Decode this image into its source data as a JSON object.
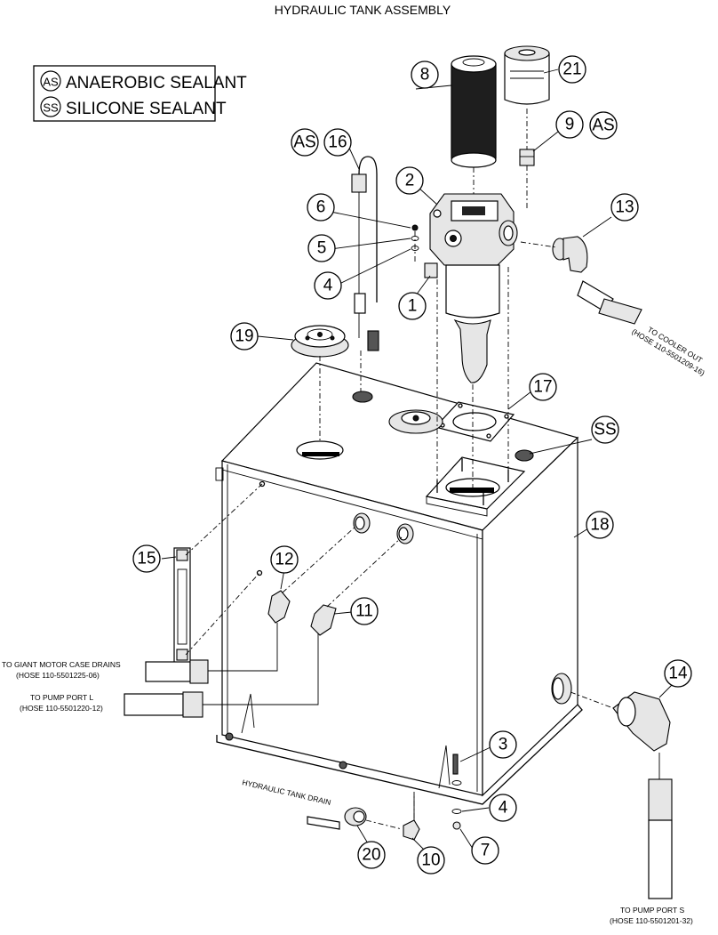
{
  "title": "HYDRAULIC TANK ASSEMBLY",
  "legend": [
    {
      "symbol": "AS",
      "text": "ANAEROBIC SEALANT"
    },
    {
      "symbol": "SS",
      "text": "SILICONE SEALANT"
    }
  ],
  "sealant_tags": [
    "AS",
    "AS",
    "SS"
  ],
  "callouts": [
    "1",
    "2",
    "3",
    "4",
    "4",
    "5",
    "6",
    "7",
    "8",
    "9",
    "10",
    "11",
    "12",
    "13",
    "14",
    "15",
    "16",
    "17",
    "18",
    "19",
    "20",
    "21"
  ],
  "notes": {
    "cooler_out_line1": "TO COOLER OUT",
    "cooler_out_line2": "(HOSE 110-5501209-16)",
    "giant_motor_line1": "TO GIANT MOTOR CASE DRAINS",
    "giant_motor_line2": "(HOSE 110-5501225-06)",
    "pump_l_line1": "TO PUMP PORT L",
    "pump_l_line2": "(HOSE 110-5501220-12)",
    "tank_drain": "HYDRAULIC TANK DRAIN",
    "pump_s_line1": "TO PUMP PORT S",
    "pump_s_line2": "(HOSE 110-5501201-32)"
  }
}
